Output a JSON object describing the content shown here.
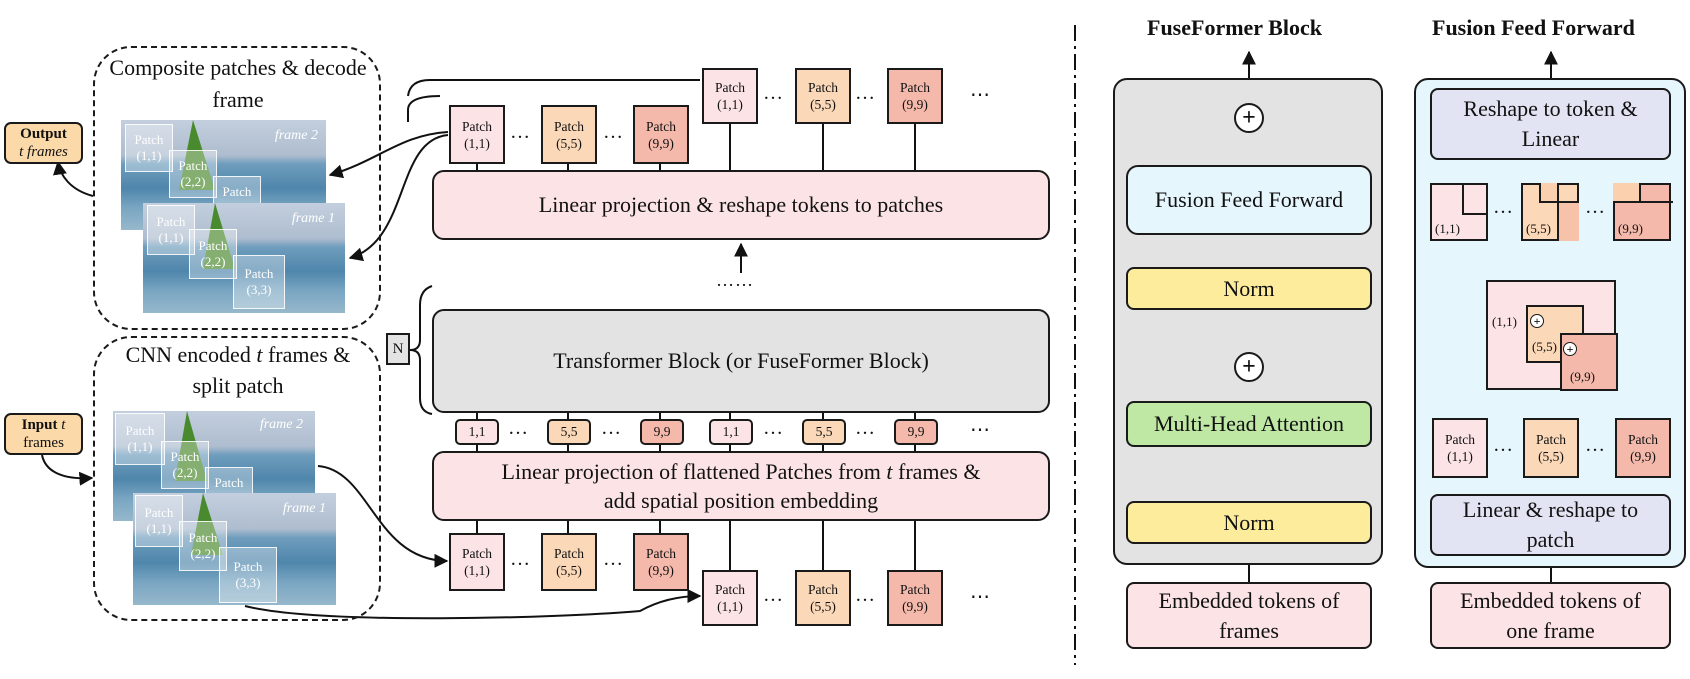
{
  "left_panel": {
    "top_group_label": "Composite patches & decode frame",
    "bottom_group_label_a": "CNN encoded",
    "bottom_group_label_t": "t",
    "bottom_group_label_b": "frames & split patch",
    "output_label_a": "Output",
    "output_label_b": "t frames",
    "input_label_a": "Input",
    "input_label_t": "t",
    "input_label_b": "frames",
    "frame2": "frame 2",
    "frame1": "frame 1",
    "grid_patches": [
      "Patch (1,1)",
      "(2,2)",
      "Patch (3,3)"
    ],
    "grid_word": "Patch",
    "grid_idx": [
      "(1,1)",
      "(2,2)",
      "(3,3)"
    ]
  },
  "middle_panel": {
    "linear_out_label": "Linear projection & reshape tokens to patches",
    "transformer_label": "Transformer Block (or FuseFormer Block)",
    "n_label": "N",
    "linear_in_label_a": "Linear projection of flattened Patches from",
    "linear_in_label_t": "t",
    "linear_in_label_b": "frames &",
    "linear_in_label_c": "add spatial position embedding",
    "patch_word": "Patch",
    "patch_indices": [
      "(1,1)",
      "(5,5)",
      "(9,9)"
    ],
    "token_indices": [
      "1,1",
      "5,5",
      "9,9",
      "1,1",
      "5,5",
      "9,9"
    ],
    "ellipsis": "…",
    "trailing_dots": "⋯",
    "vertical_dots": "……"
  },
  "fuseformer_block": {
    "title": "FuseFormer Block",
    "ffn_label": "Fusion Feed Forward",
    "norm_label": "Norm",
    "mha_label": "Multi-Head Attention",
    "input_label": "Embedded tokens of frames"
  },
  "fusion_ff": {
    "title": "Fusion Feed Forward",
    "top_label": "Reshape to token & Linear",
    "bottom_label": "Linear & reshape to patch",
    "input_label": "Embedded tokens of one frame",
    "patch_word": "Patch",
    "indices": [
      "(1,1)",
      "(5,5)",
      "(9,9)"
    ],
    "plus": "+"
  }
}
